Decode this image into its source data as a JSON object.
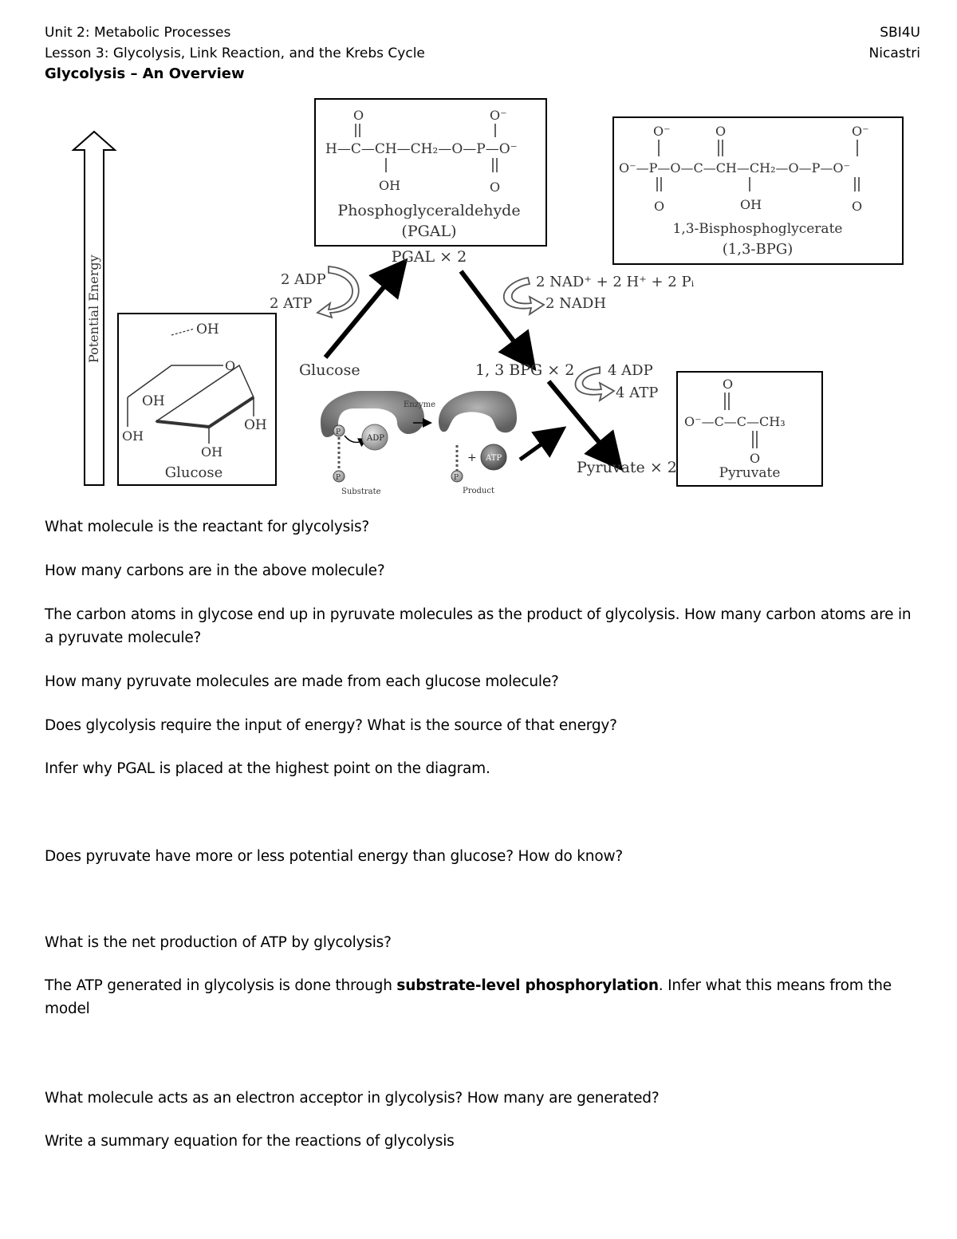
{
  "header": {
    "unit": "Unit 2: Metabolic Processes",
    "lesson": "Lesson 3: Glycolysis, Link Reaction, and the Krebs Cycle",
    "section_title": "Glycolysis – An Overview",
    "course": "SBI4U",
    "teacher": "Nicastri"
  },
  "diagram": {
    "axis_label": "Potential Energy",
    "pgal_box": {
      "top_o": "O",
      "top_o_minus": "O⁻",
      "chain": "H—C—CH—CH₂—O—P—O⁻",
      "oh": "OH",
      "bottom_o": "O",
      "name": "Phosphoglyceraldehyde",
      "abbr": "(PGAL)"
    },
    "bpg_box": {
      "top_o_left": "O⁻",
      "top_o_mid": "O",
      "top_o_right": "O⁻",
      "chain": "O⁻—P—O—C—CH—CH₂—O—P—O⁻",
      "bottom_o_left": "O",
      "oh": "OH",
      "bottom_o_right": "O",
      "name": "1,3-Bisphosphoglycerate",
      "abbr": "(1,3-BPG)"
    },
    "glucose_box": {
      "ch2oh": "OH",
      "ring_o": "O",
      "oh_left_top": "OH",
      "oh_left": "OH",
      "oh_right": "OH",
      "oh_bottom": "OH",
      "name": "Glucose"
    },
    "pyruvate_box": {
      "top_o": "O",
      "chain": "O⁻—C—C—CH₃",
      "bottom_o": "O",
      "name": "Pyruvate"
    },
    "labels": {
      "pgal_x2": "PGAL × 2",
      "glucose": "Glucose",
      "bpg_x2": "1, 3 BPG × 2",
      "pyruvate_x2": "Pyruvate × 2",
      "adp_in": "2 ADP",
      "atp_out": "2 ATP",
      "nad_in": "2 NAD⁺ + 2 H⁺ + 2 Pᵢ",
      "nadh_out": "2 NADH",
      "adp4_in": "4 ADP",
      "atp4_out": "4 ATP"
    },
    "enzyme_model": {
      "enzyme": "Enzyme",
      "adp": "ADP",
      "atp": "ATP",
      "p": "P",
      "plus": "+",
      "substrate": "Substrate",
      "product": "Product"
    }
  },
  "questions": [
    "What molecule is the reactant for glycolysis?",
    "How many carbons are in the above molecule?",
    "The carbon atoms in glycose end up in pyruvate molecules as the product of glycolysis.  How many carbon atoms are in a pyruvate molecule?",
    "How many pyruvate molecules are made from each glucose molecule?",
    "Does glycolysis require the input of energy? What is the source of that energy?",
    "Infer why PGAL is placed at the highest point on the diagram.",
    "Does pyruvate have more or less potential energy than glucose? How do know?",
    "What is the net production of ATP by glycolysis?",
    "What molecule acts as an electron acceptor in glycolysis? How many are generated?",
    "Write a summary equation for the reactions of glycolysis"
  ],
  "q_phos": {
    "before": "The ATP generated in glycolysis is done through ",
    "bold": "substrate-level phosphorylation",
    "after": ".  Infer what this means from the model"
  }
}
